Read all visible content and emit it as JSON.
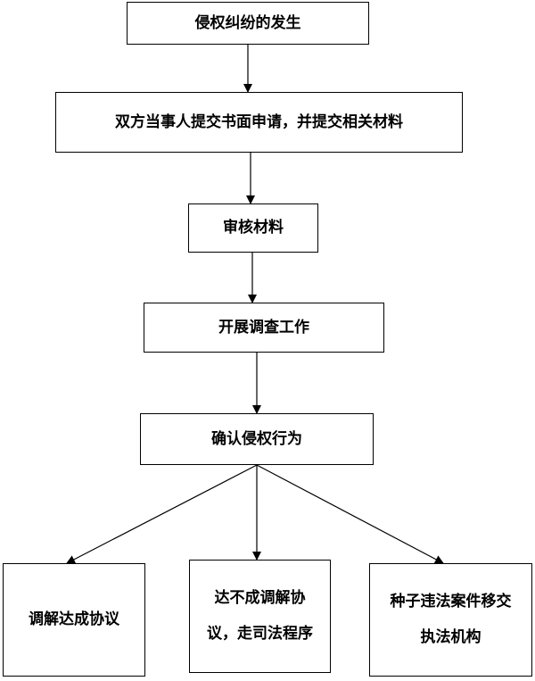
{
  "flowchart": {
    "steps": {
      "dispute_occurs": "侵权纠纷的发生",
      "submit_application": "双方当事人提交书面申请，并提交相关材料",
      "review_materials": "审核材料",
      "investigate": "开展调查工作",
      "confirm_infringement": "确认侵权行为"
    },
    "outcomes": {
      "mediation_agreement": "调解达成协议",
      "judicial_procedure": "达不成调解协议，走司法程序",
      "transfer_case": "种子违法案件移交执法机构"
    },
    "colors": {
      "line": "#000000",
      "box_border": "#000000",
      "text": "#000000",
      "background": "#ffffff"
    }
  }
}
